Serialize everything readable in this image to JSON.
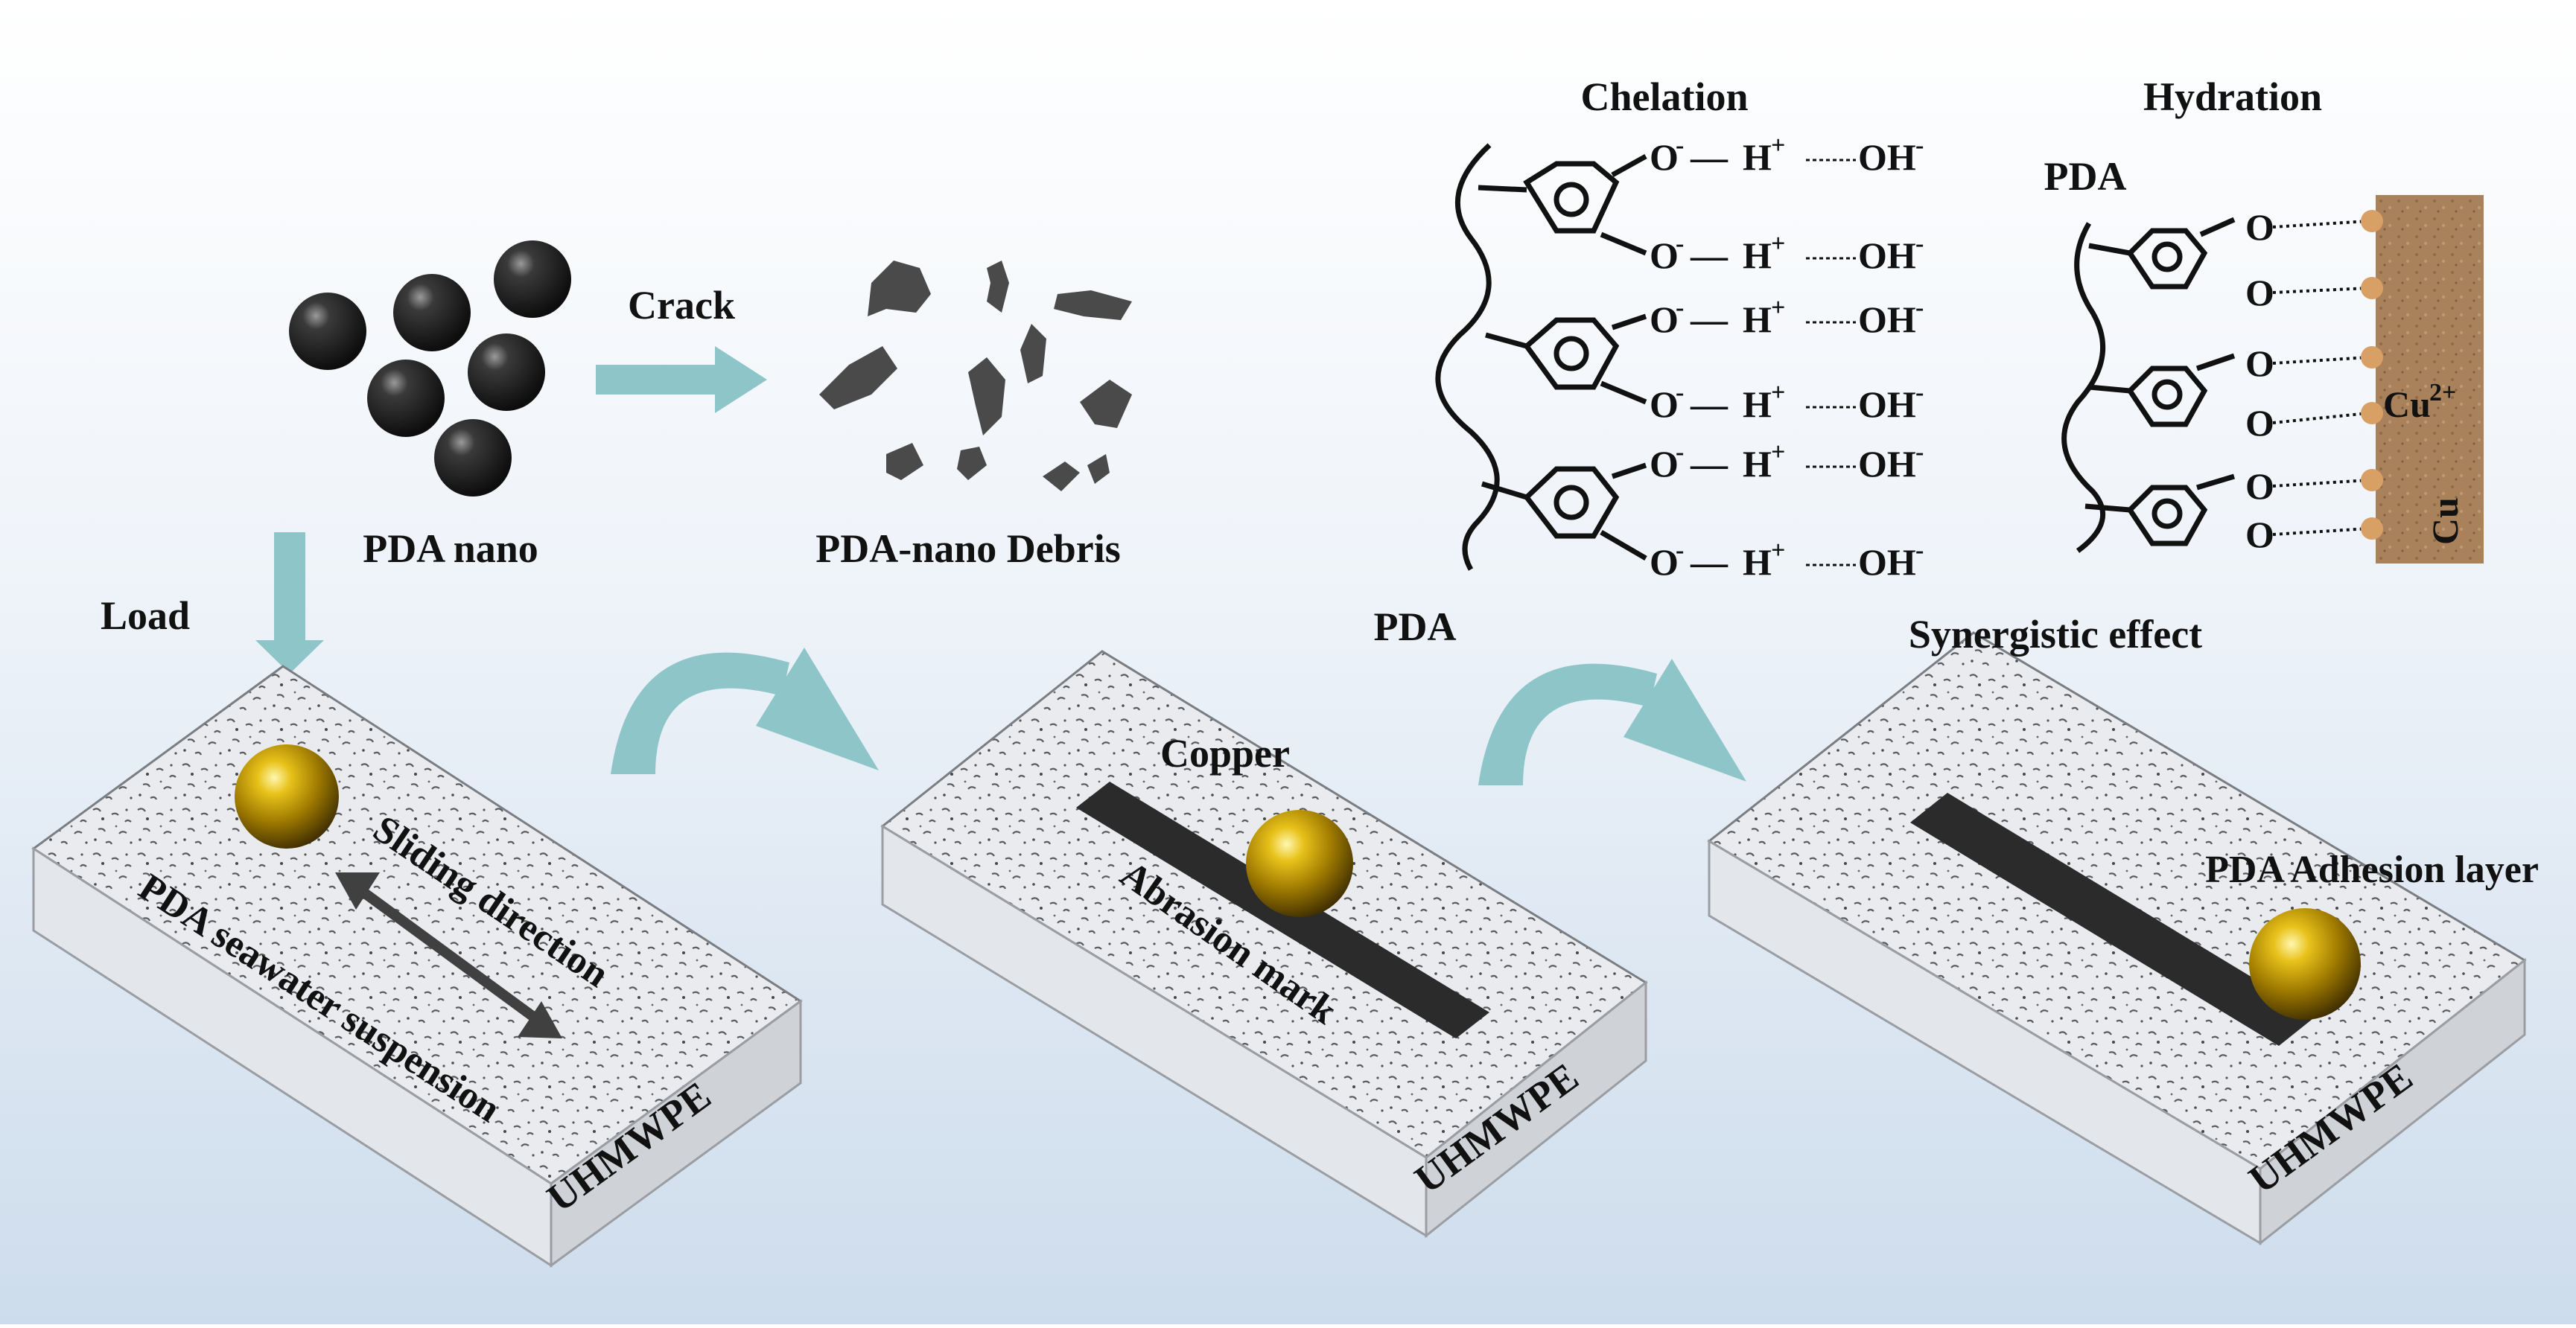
{
  "colors": {
    "background_top": "#ffffff",
    "background_mid": "#eaf1f8",
    "background_bottom": "#cfdeed",
    "arrow_teal": "#8ec5c8",
    "copper_gold": "#c9a100",
    "abrasion_mark": "#2b2b2b",
    "copper_block": "#a37f5a",
    "bead": "#d9a066"
  },
  "labels": {
    "pda_nano": "PDA nano",
    "crack": "Crack",
    "pda_nano_debris": "PDA-nano Debris",
    "load": "Load",
    "sliding_direction": "Sliding direction",
    "pda_seawater_suspension": "PDA seawater suspension",
    "uhmwpe": "UHMWPE",
    "copper": "Copper",
    "abrasion_mark": "Abrasion mark",
    "pda_adhesion_layer": "PDA Adhesion layer",
    "synergistic_effect": "Synergistic effect",
    "pda": "PDA"
  },
  "chelation": {
    "title": "Chelation",
    "oxygen": "O",
    "o_charge": "-",
    "bond": "—",
    "hydrogen": "H",
    "h_charge": "+",
    "hydroxide": "OH",
    "oh_charge": "-",
    "pda_label": "PDA"
  },
  "hydration": {
    "title": "Hydration",
    "pda_label": "PDA",
    "oxygen": "O",
    "ion_main": "Cu",
    "ion_charge": "2+",
    "metal": "Cu"
  }
}
